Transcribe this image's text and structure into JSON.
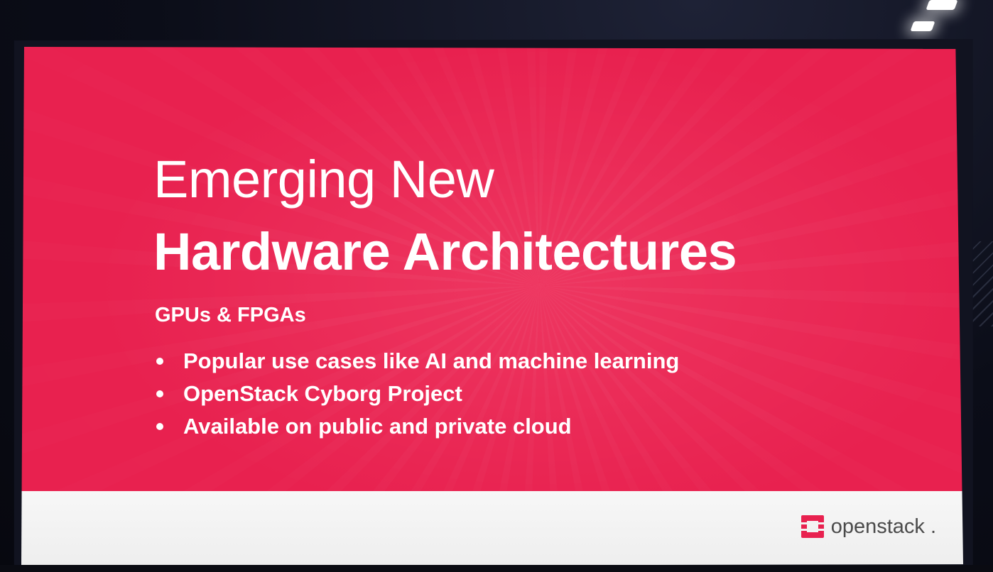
{
  "slide": {
    "title_line1": "Emerging New",
    "title_line2": "Hardware Architectures",
    "subheading": "GPUs & FPGAs",
    "bullets": [
      "Popular use cases like AI and machine learning",
      "OpenStack Cyborg Project",
      "Available on public and private cloud"
    ]
  },
  "footer": {
    "logo_text": "openstack",
    "logo_dot": "."
  },
  "colors": {
    "slide_background": "#e8214f",
    "footer_background": "#f4f4f4",
    "logo_red": "#e8214f",
    "logo_gray": "#4a4a4a"
  }
}
